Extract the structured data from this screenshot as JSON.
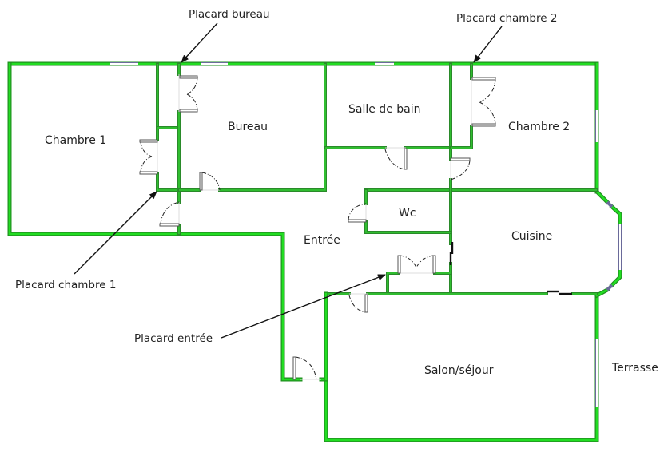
{
  "plan": {
    "rooms": [
      {
        "id": "chambre1",
        "label": "Chambre 1"
      },
      {
        "id": "bureau",
        "label": "Bureau"
      },
      {
        "id": "salle-de-bain",
        "label": "Salle de bain"
      },
      {
        "id": "chambre2",
        "label": "Chambre 2"
      },
      {
        "id": "wc",
        "label": "Wc"
      },
      {
        "id": "cuisine",
        "label": "Cuisine"
      },
      {
        "id": "entree",
        "label": "Entrée"
      },
      {
        "id": "salon",
        "label": "Salon/séjour"
      },
      {
        "id": "terrasse",
        "label": "Terrasse"
      }
    ],
    "callouts": [
      {
        "id": "placard-bureau",
        "label": "Placard bureau"
      },
      {
        "id": "placard-chambre2",
        "label": "Placard chambre 2"
      },
      {
        "id": "placard-chambre1",
        "label": "Placard chambre 1"
      },
      {
        "id": "placard-entree",
        "label": "Placard entrée"
      }
    ],
    "colors": {
      "wall_outer": "#1f8f1f",
      "wall_fill": "#22dd22",
      "window": "#6a6a9a",
      "arrow": "#111111"
    }
  }
}
